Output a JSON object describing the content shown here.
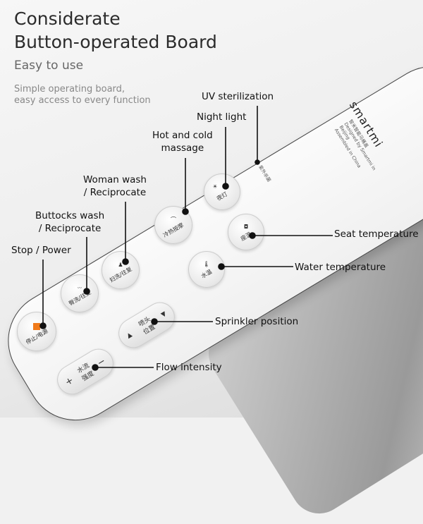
{
  "header": {
    "title_line1": "Considerate",
    "title_line2": "Button-operated Board",
    "subtitle": "Easy to use",
    "desc_line1": "Simple operating board,",
    "desc_line2": "easy access to every function"
  },
  "board": {
    "brand": "smartmi",
    "brand_cn": "智米智能马桶盖",
    "designed": "Designed by Smartmi in Beijing",
    "assembled": "Assembled in China",
    "uv_cn": "紫外杀菌"
  },
  "buttons": {
    "stop": "停止/电源",
    "buttocks": "臀洗/往复",
    "woman": "妇洗/往复",
    "massage": "冷热按摩",
    "night": "夜灯",
    "seat": "座温",
    "water": "水温",
    "sprinkler": "喷头位置",
    "flow": "水流强度",
    "plus": "+",
    "minus": "−",
    "up": "▲",
    "down": "▼"
  },
  "labels": {
    "uv": "UV sterilization",
    "night": "Night light",
    "massage1": "Hot and cold",
    "massage2": "massage",
    "woman1": "Woman wash",
    "woman2": "/ Reciprocate",
    "buttocks1": "Buttocks wash",
    "buttocks2": "/ Reciprocate",
    "stop": "Stop / Power",
    "seat": "Seat temperature",
    "water": "Water temperature",
    "sprinkler": "Sprinkler position",
    "flow": "Flow intensity"
  },
  "colors": {
    "stop_accent": "#f07a1a"
  }
}
